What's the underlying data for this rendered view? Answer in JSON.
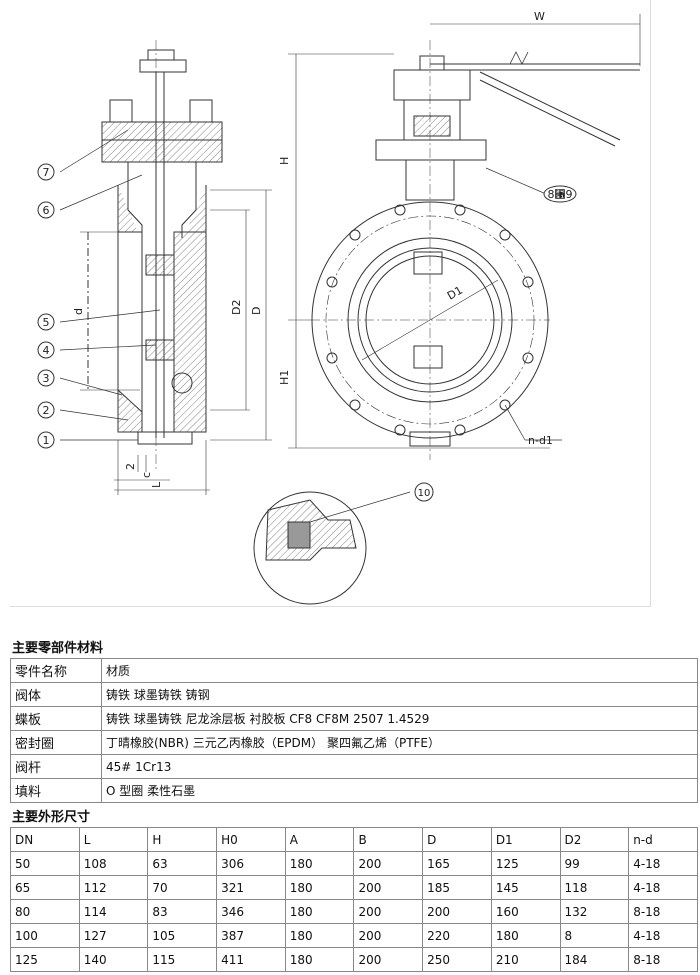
{
  "drawing": {
    "labels": {
      "w": "W",
      "h": "H",
      "h1": "H1",
      "d": "d",
      "d2": "D2",
      "dd": "D",
      "d1": "D1",
      "nd1": "n-d1",
      "two": "2",
      "c": "c",
      "l": "L",
      "p1": "1",
      "p2": "2",
      "p3": "3",
      "p4": "4",
      "p5": "5",
      "p6": "6",
      "p7": "7",
      "p89": "8⑑9",
      "p10": "10"
    }
  },
  "materials": {
    "title": "主要零部件材料",
    "header": {
      "part": "零件名称",
      "material": "材质"
    },
    "rows": [
      {
        "part": "阀体",
        "material": "铸铁 球墨铸铁 铸钢"
      },
      {
        "part": "蝶板",
        "material": "铸铁 球墨铸铁 尼龙涂层板  衬胶板 CF8  CF8M 2507 1.4529"
      },
      {
        "part": "密封圈",
        "material": "丁晴橡胶(NBR)  三元乙丙橡胶（EPDM）  聚四氟乙烯（PTFE）"
      },
      {
        "part": "阀杆",
        "material": "45# 1Cr13"
      },
      {
        "part": "填料",
        "material": "O 型圈 柔性石墨"
      }
    ]
  },
  "dimensions": {
    "title": "主要外形尺寸",
    "headers": [
      "DN",
      "L",
      "H",
      "H0",
      "A",
      "B",
      "D",
      "D1",
      "D2",
      "n-d"
    ],
    "rows": [
      [
        "50",
        "108",
        "63",
        "306",
        "180",
        "200",
        "165",
        "125",
        "99",
        "4-18"
      ],
      [
        "65",
        "112",
        "70",
        "321",
        "180",
        "200",
        "185",
        "145",
        "118",
        "4-18"
      ],
      [
        "80",
        "114",
        "83",
        "346",
        "180",
        "200",
        "200",
        "160",
        "132",
        "8-18"
      ],
      [
        "100",
        "127",
        "105",
        "387",
        "180",
        "200",
        "220",
        "180",
        "8",
        "4-18"
      ],
      [
        "125",
        "140",
        "115",
        "411",
        "180",
        "200",
        "250",
        "210",
        "184",
        "8-18"
      ]
    ]
  }
}
